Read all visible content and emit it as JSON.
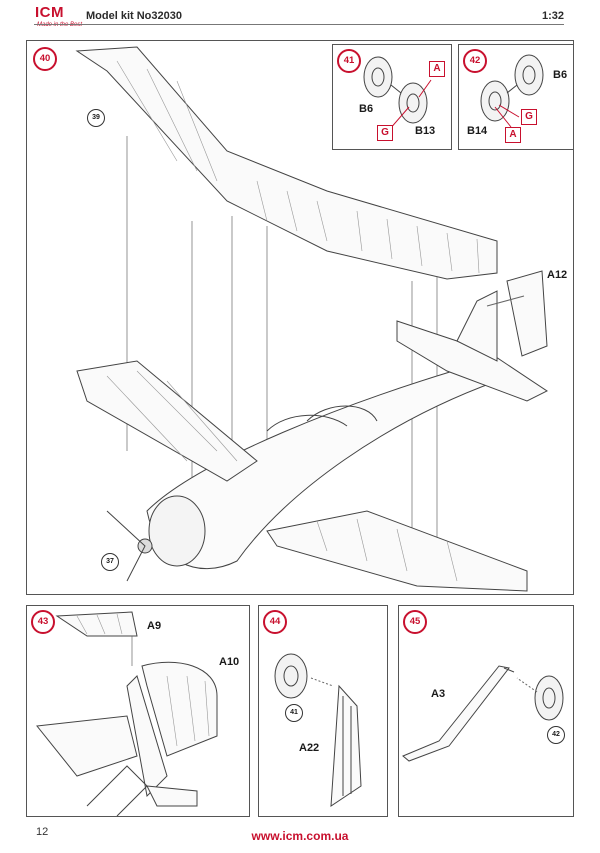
{
  "header": {
    "brand": "ICM",
    "tagline": "Made in the Best",
    "kit_number": "Model kit No32030",
    "scale": "1:32"
  },
  "steps": {
    "s40": {
      "number": "40",
      "refs": [
        "39",
        "37"
      ],
      "parts": [
        "A12"
      ]
    },
    "s41": {
      "number": "41",
      "parts": [
        "B6",
        "B13"
      ],
      "glue_marks": [
        "A",
        "G"
      ]
    },
    "s42": {
      "number": "42",
      "parts": [
        "B6",
        "B14"
      ],
      "glue_marks": [
        "G",
        "A"
      ]
    },
    "s43": {
      "number": "43",
      "parts": [
        "A9",
        "A10"
      ]
    },
    "s44": {
      "number": "44",
      "refs": [
        "41"
      ],
      "parts": [
        "A22"
      ]
    },
    "s45": {
      "number": "45",
      "refs": [
        "42"
      ],
      "parts": [
        "A3"
      ]
    }
  },
  "footer": {
    "page": "12",
    "website": "www.icm.com.ua"
  },
  "colors": {
    "accent": "#c8102e",
    "line": "#444444"
  }
}
